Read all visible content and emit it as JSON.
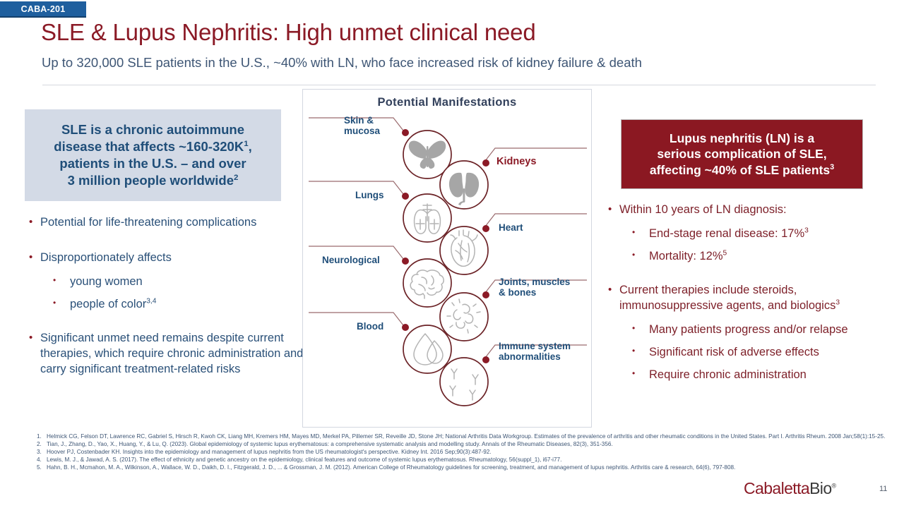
{
  "header": {
    "tag": "CABA-201",
    "title": "SLE & Lupus Nephritis: High unmet clinical need",
    "subtitle": "Up to 320,000 SLE patients in the U.S., ~40% with LN, who face increased risk of kidney failure & death"
  },
  "left": {
    "callout_line1": "SLE is a chronic autoimmune",
    "callout_line2_a": "disease that affects ~160-320K",
    "callout_line2_sup": "1",
    "callout_line2_b": ",",
    "callout_line3": "patients in the U.S. – and over",
    "callout_line4_a": "3 million people worldwide",
    "callout_line4_sup": "2",
    "bullets": [
      {
        "level": 1,
        "text": "Potential for life-threatening complications"
      },
      {
        "level": 1,
        "text": "Disproportionately affects"
      },
      {
        "level": 2,
        "text": "young women"
      },
      {
        "level": 2,
        "text": "people of color",
        "sup": "3,4"
      },
      {
        "level": 1,
        "text": "Significant unmet need remains despite current therapies, which require chronic administration and carry significant treatment-related risks"
      }
    ]
  },
  "right": {
    "callout_line1": "Lupus nephritis (LN) is a",
    "callout_line2": "serious complication of SLE,",
    "callout_line3_a": "affecting ~40% of SLE patients",
    "callout_line3_sup": "3",
    "bullets": [
      {
        "level": 1,
        "text": "Within 10 years of LN diagnosis:"
      },
      {
        "level": 2,
        "text": "End-stage renal disease: 17%",
        "sup": "3"
      },
      {
        "level": 2,
        "text": "Mortality: 12%",
        "sup": "5"
      },
      {
        "level": 1,
        "text": "Current therapies include steroids, immunosuppressive agents, and biologics",
        "sup": "3"
      },
      {
        "level": 2,
        "text": "Many patients progress and/or relapse"
      },
      {
        "level": 2,
        "text": "Significant risk of adverse effects"
      },
      {
        "level": 2,
        "text": "Require chronic administration"
      }
    ]
  },
  "diagram": {
    "title": "Potential  Manifestations",
    "labels": {
      "skin_l1": "Skin &",
      "skin_l2": "mucosa",
      "lungs": "Lungs",
      "neuro": "Neurological",
      "blood": "Blood",
      "kidneys": "Kidneys",
      "heart": "Heart",
      "joints_l1": "Joints, muscles",
      "joints_l2": "& bones",
      "immune_l1": "Immune system",
      "immune_l2": "abnormalities"
    },
    "icons": [
      "butterfly-icon",
      "lungs-icon",
      "brain-icon",
      "blood-drop-icon",
      "kidneys-icon",
      "heart-icon",
      "bacteria-icon",
      "antibody-icon"
    ]
  },
  "footnotes": [
    {
      "num": "1.",
      "text": "Helmick CG, Felson DT, Lawrence RC, Gabriel S, Hirsch R, Kwoh CK, Liang MH, Kremers HM, Mayes MD, Merkel PA, Pillemer SR, Reveille JD, Stone JH; National Arthritis Data Workgroup. Estimates of the prevalence of arthritis and other rheumatic conditions in the United States. Part I. Arthritis Rheum. 2008 Jan;58(1):15-25."
    },
    {
      "num": "2.",
      "text": "Tian, J., Zhang, D., Yao, X., Huang, Y., & Lu, Q. (2023). Global epidemiology of systemic lupus erythematosus: a comprehensive systematic analysis and modelling study. Annals of the Rheumatic Diseases, 82(3), 351-356."
    },
    {
      "num": "3.",
      "text": "Hoover PJ, Costenbader KH. Insights into the epidemiology and management of lupus nephritis from the US rheumatologist's perspective. Kidney Int. 2016 Sep;90(3):487-92."
    },
    {
      "num": "4.",
      "text": "Lewis, M. J., & Jawad, A. S. (2017). The effect of ethnicity and genetic ancestry on the epidemiology, clinical features and outcome of systemic lupus erythematosus. Rheumatology, 56(suppl_1), i67-i77."
    },
    {
      "num": "5.",
      "text": "Hahn, B. H., Mcmahon, M. A., Wilkinson, A., Wallace, W. D., Daikh, D. I., Fitzgerald, J. D., ... & Grossman, J. M. (2012). American College of Rheumatology guidelines for screening, treatment, and management of lupus nephritis. Arthritis care & research, 64(6), 797-808."
    }
  ],
  "footer": {
    "logo_primary": "Cabaletta",
    "logo_secondary": "Bio",
    "logo_reg": "®",
    "page_number": "11"
  },
  "colors": {
    "brand_red": "#8b1a26",
    "brand_blue": "#1f5f9e",
    "callout_blue_bg": "#d3dae6",
    "callout_red_bg": "#8b1822",
    "text_blue": "#2a5078"
  }
}
